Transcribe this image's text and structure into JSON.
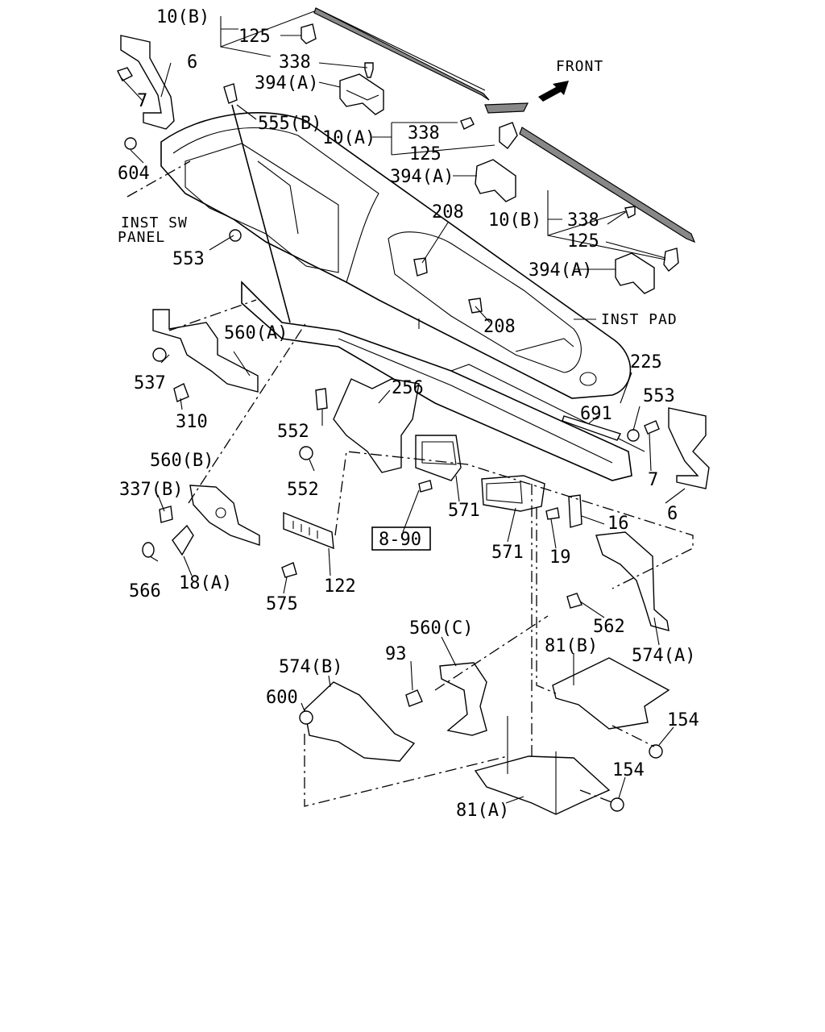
{
  "labels": {
    "l_10b_top": "10(B)",
    "l_125_top": "125",
    "l_338_top": "338",
    "l_394a_top": "394(A)",
    "l_6_left": "6",
    "l_7_left": "7",
    "l_604": "604",
    "l_555b": "555(B)",
    "l_10a": "10(A)",
    "l_338_mid": "338",
    "l_125_mid": "125",
    "l_394a_mid": "394(A)",
    "l_front": "FRONT",
    "l_inst_sw_1": "INST SW",
    "l_inst_sw_2": "PANEL",
    "l_10b_right": "10(B)",
    "l_338_right": "338",
    "l_125_right": "125",
    "l_394a_right": "394(A)",
    "l_208_a": "208",
    "l_208_b": "208",
    "l_553_left": "553",
    "l_inst_pad": "INST PAD",
    "l_560a": "560(A)",
    "l_537": "537",
    "l_310": "310",
    "l_225": "225",
    "l_256": "256",
    "l_553_right": "553",
    "l_691": "691",
    "l_552_a": "552",
    "l_552_b": "552",
    "l_7_right": "7",
    "l_6_right": "6",
    "l_560b": "560(B)",
    "l_337b": "337(B)",
    "l_571_a": "571",
    "l_571_b": "571",
    "l_16": "16",
    "l_8_90": "8-90",
    "l_19": "19",
    "l_566": "566",
    "l_18a": "18(A)",
    "l_122": "122",
    "l_575": "575",
    "l_562": "562",
    "l_560c": "560(C)",
    "l_81b": "81(B)",
    "l_574a": "574(A)",
    "l_93": "93",
    "l_574b": "574(B)",
    "l_600": "600",
    "l_154_a": "154",
    "l_154_b": "154",
    "l_81a": "81(A)"
  }
}
